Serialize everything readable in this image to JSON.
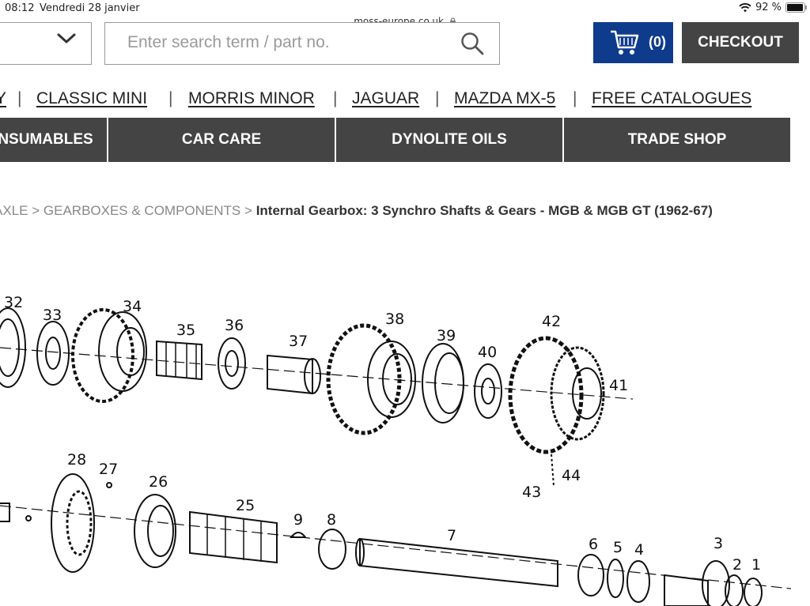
{
  "status_bar": {
    "time": "08:12",
    "date": "Vendredi 28 janvier",
    "url": "moss-europe.co.uk",
    "battery": "92 %"
  },
  "header": {
    "search_placeholder": "Enter search term / part no.",
    "cart_count": "(0)",
    "checkout_label": "CHECKOUT"
  },
  "brands": [
    {
      "label": "Y",
      "sep": "|"
    },
    {
      "label": "CLASSIC MINI",
      "sep": "|"
    },
    {
      "label": "MORRIS MINOR",
      "sep": "|"
    },
    {
      "label": "JAGUAR",
      "sep": "|"
    },
    {
      "label": "MAZDA MX-5",
      "sep": "|"
    },
    {
      "label": "FREE CATALOGUES"
    }
  ],
  "nav": [
    "NSUMABLES",
    "CAR CARE",
    "DYNOLITE OILS",
    "TRADE SHOP"
  ],
  "breadcrumb": {
    "items": [
      "AXLE",
      "GEARBOXES & COMPONENTS"
    ],
    "separator": ">",
    "current": "Internal Gearbox: 3 Synchro Shafts & Gears - MGB & MGB GT (1962-67)"
  },
  "diagram": {
    "part_numbers": [
      "32",
      "33",
      "34",
      "35",
      "36",
      "37",
      "38",
      "39",
      "40",
      "42",
      "41",
      "44",
      "43",
      "28",
      "27",
      "26",
      "25",
      "9",
      "8",
      "7",
      "6",
      "5",
      "4",
      "3",
      "2",
      "1"
    ]
  },
  "icons": [
    "chevron-down-icon",
    "search-icon",
    "cart-icon",
    "wifi-icon",
    "lock-icon",
    "battery-icon"
  ]
}
